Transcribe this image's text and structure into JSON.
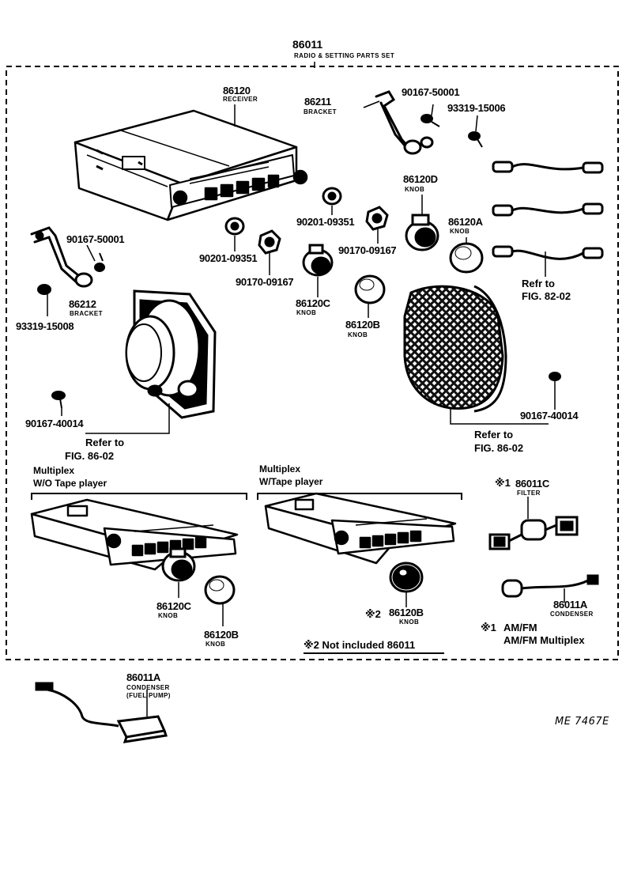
{
  "header": {
    "set_number": "86011",
    "set_name": "RADIO & SETTING PARTS SET"
  },
  "parts": {
    "receiver": {
      "number": "86120",
      "name": "RECEIVER"
    },
    "bracket_top": {
      "number": "86211",
      "name": "BRACKET"
    },
    "screw_top": "90167-50001",
    "screw_top2": "93319-15006",
    "bracket_left": {
      "number": "86212",
      "name": "BRACKET"
    },
    "screw_left": "90167-50001",
    "screw_left2": "93319-15008",
    "washer_a": "90201-09351",
    "washer_b": "90201-09351",
    "nut_a": "90170-09167",
    "nut_b": "90170-09167",
    "knob_d": {
      "number": "86120D",
      "name": "KNOB"
    },
    "knob_a": {
      "number": "86120A",
      "name": "KNOB"
    },
    "knob_c": {
      "number": "86120C",
      "name": "KNOB"
    },
    "knob_b": {
      "number": "86120B",
      "name": "KNOB"
    },
    "speaker_screw_left": "90167-40014",
    "speaker_screw_right": "90167-40014"
  },
  "references": {
    "cables": {
      "line1": "Refr to",
      "line2": "FIG. 82-02"
    },
    "speaker_left": {
      "line1": "Refer to",
      "line2": "FIG. 86-02"
    },
    "speaker_right": {
      "line1": "Refer to",
      "line2": "FIG. 86-02"
    }
  },
  "variants": {
    "without_tape": {
      "title_line1": "Multiplex",
      "title_line2": "W/O Tape player",
      "knob_c": {
        "number": "86120C",
        "name": "KNOB"
      },
      "knob_b": {
        "number": "86120B",
        "name": "KNOB"
      }
    },
    "with_tape": {
      "title_line1": "Multiplex",
      "title_line2": "W/Tape player",
      "knob_b": {
        "marker": "※2",
        "number": "86120B",
        "name": "KNOB"
      }
    },
    "options": {
      "filter": {
        "marker": "※1",
        "number": "86011C",
        "name": "FILTER"
      },
      "condenser": {
        "number": "86011A",
        "name": "CONDENSER"
      },
      "note1_mark": "※1",
      "note1_line1": "AM/FM",
      "note1_line2": "AM/FM Multiplex"
    },
    "note2": "※2 Not included 86011"
  },
  "fuel_pump_condenser": {
    "number": "86011A",
    "name_line1": "CONDENSER",
    "name_line2": "(FUEL PUMP)"
  },
  "drawing_code": "ME 7467E"
}
